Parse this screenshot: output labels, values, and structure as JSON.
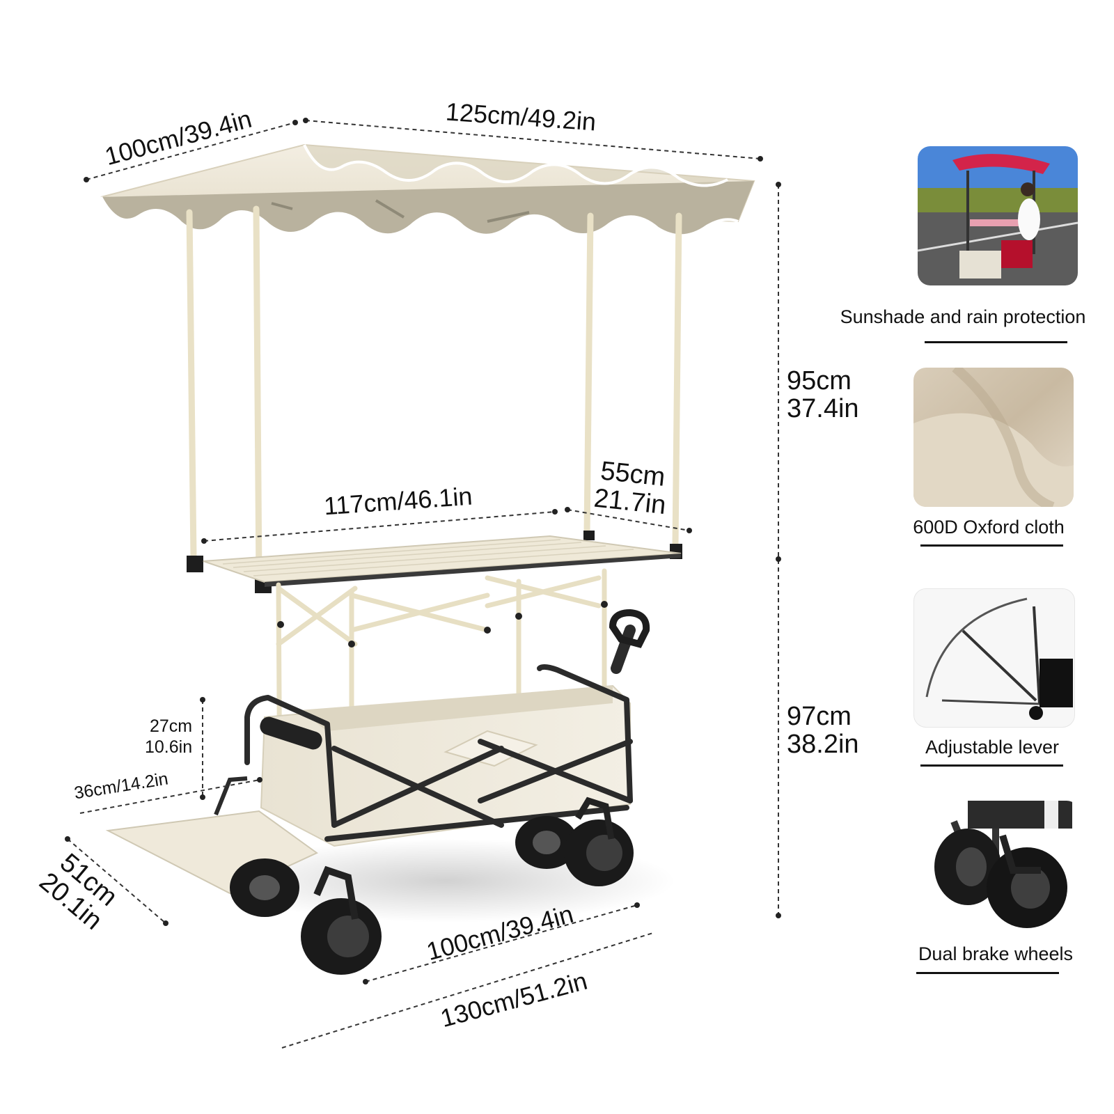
{
  "dimensions": {
    "canopy_depth": "100cm/39.4in",
    "canopy_width": "125cm/49.2in",
    "canopy_height": "95cm\n37.4in",
    "table_depth": "55cm\n21.7in",
    "table_width": "117cm/46.1in",
    "wagon_height": "97cm\n38.2in",
    "side_height": "27cm\n10.6in",
    "shelf_width": "36cm/14.2in",
    "wagon_depth": "51cm\n20.1in",
    "cart_length": "100cm/39.4in",
    "total_length": "130cm/51.2in"
  },
  "features": [
    {
      "label": "Sunshade and rain protection",
      "icon": "sunshade-photo"
    },
    {
      "label": "600D Oxford cloth",
      "icon": "fabric-swatch"
    },
    {
      "label": "Adjustable lever",
      "icon": "lever-diagram"
    },
    {
      "label": "Dual brake wheels",
      "icon": "wheel-closeup"
    }
  ],
  "colors": {
    "canvas": "#efe9da",
    "canvas_shade": "#b8b19d",
    "frame": "#2b2b2b",
    "pole": "#e9e1c6",
    "wheel": "#1a1a1a"
  }
}
